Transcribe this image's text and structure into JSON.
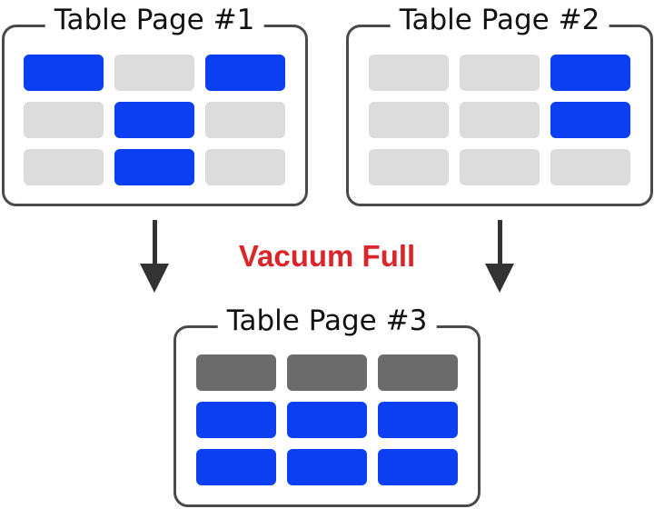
{
  "colors": {
    "live": "#0b3ff0",
    "dead": "#dcdcdc",
    "header": "#6b6b6b",
    "border": "#4a4a4a",
    "label": "#d9262b"
  },
  "pages": [
    {
      "title": "Table Page #1",
      "cells": [
        [
          "live",
          "dead",
          "live"
        ],
        [
          "dead",
          "live",
          "dead"
        ],
        [
          "dead",
          "live",
          "dead"
        ]
      ]
    },
    {
      "title": "Table Page #2",
      "cells": [
        [
          "dead",
          "dead",
          "live"
        ],
        [
          "dead",
          "dead",
          "live"
        ],
        [
          "dead",
          "dead",
          "dead"
        ]
      ]
    },
    {
      "title": "Table Page #3",
      "cells": [
        [
          "header",
          "header",
          "header"
        ],
        [
          "live",
          "live",
          "live"
        ],
        [
          "live",
          "live",
          "live"
        ]
      ]
    }
  ],
  "operation_label": "Vacuum Full"
}
